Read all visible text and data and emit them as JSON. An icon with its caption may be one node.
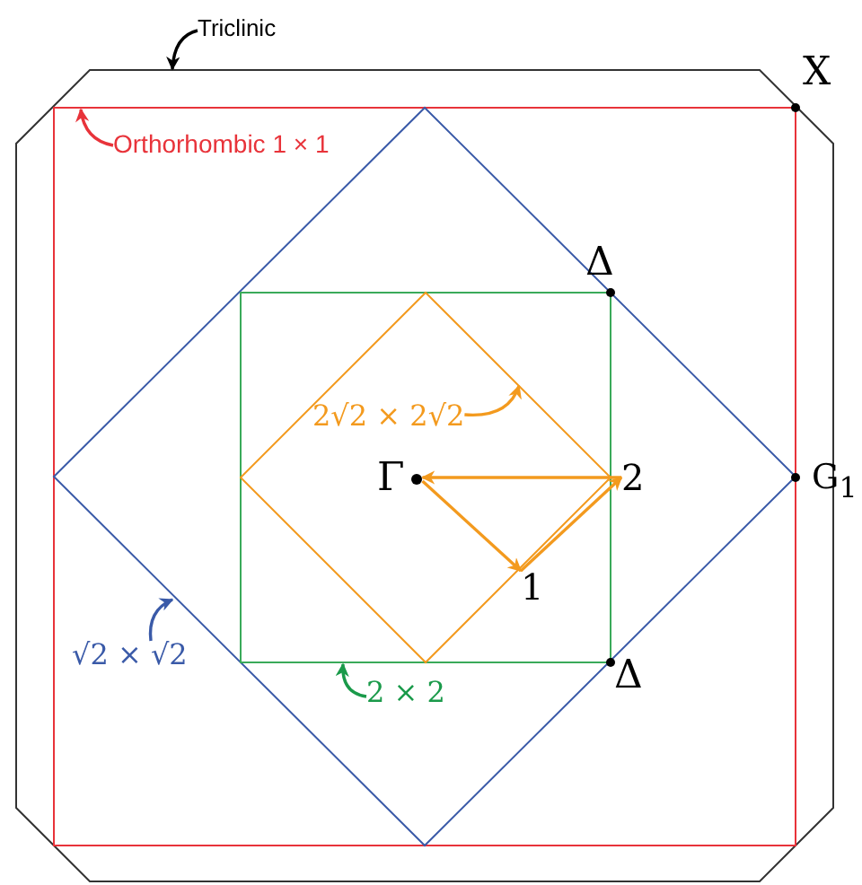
{
  "diagram": {
    "nodes": [
      {
        "text": [],
        "shape": "octagon"
      },
      {
        "text": [],
        "shape": "square",
        "in": 0
      },
      {
        "text": [],
        "shape": "diamond",
        "in": 1
      },
      {
        "text": [],
        "shape": "square",
        "in": 2
      },
      {
        "text": [],
        "shape": "diamond",
        "in": 3
      },
      {
        "text": [
          "Triclinic"
        ]
      },
      {
        "text": [
          "Orthorhombic 1 × 1"
        ],
        "in": 1
      },
      {
        "text": [
          "√2 × √2"
        ],
        "in": 1
      },
      {
        "text": [
          "2 × 2"
        ],
        "in": 2
      },
      {
        "text": [
          "2√2 × 2√2"
        ],
        "in": 3
      },
      {
        "text": [
          "Γ"
        ],
        "in": 4
      },
      {
        "text": [
          "1"
        ],
        "in": 3
      },
      {
        "text": [
          "2"
        ],
        "in": 2
      }
    ],
    "edges": [
      {
        "from": 5,
        "to": 0,
        "arrow": "to",
        "color": "#000000"
      },
      {
        "from": 6,
        "to": 1,
        "arrow": "to",
        "color": "#e8333a"
      },
      {
        "from": 7,
        "to": 2,
        "arrow": "to",
        "color": "#3a5aa8"
      },
      {
        "from": 8,
        "to": 3,
        "arrow": "to",
        "color": "#1a9a4a"
      },
      {
        "from": 9,
        "to": 4,
        "arrow": "to",
        "color": "#f39a1e"
      },
      {
        "from": 10,
        "to": 11,
        "arrow": "to",
        "color": "#f39a1e"
      },
      {
        "from": 11,
        "to": 12,
        "arrow": "to",
        "color": "#f39a1e"
      },
      {
        "from": 12,
        "to": 10,
        "arrow": "to",
        "color": "#f39a1e"
      }
    ],
    "labels": [
      "X",
      "Δ",
      "G$_{1}$",
      "Δ"
    ]
  }
}
